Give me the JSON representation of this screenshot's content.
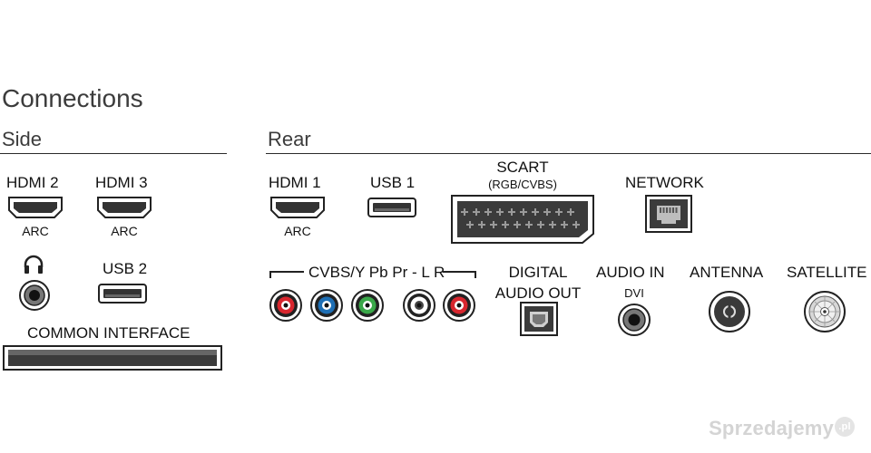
{
  "title": "Connections",
  "side": {
    "heading": "Side",
    "hdmi2": {
      "label": "HDMI 2",
      "sub": "ARC"
    },
    "hdmi3": {
      "label": "HDMI 3",
      "sub": "ARC"
    },
    "headphone_icon": "headphones-icon",
    "usb2": {
      "label": "USB 2"
    },
    "common_interface": {
      "label": "COMMON INTERFACE"
    }
  },
  "rear": {
    "heading": "Rear",
    "hdmi1": {
      "label": "HDMI 1",
      "sub": "ARC"
    },
    "usb1": {
      "label": "USB 1"
    },
    "scart": {
      "label": "SCART",
      "sub": "(RGB/CVBS)"
    },
    "network": {
      "label": "NETWORK"
    },
    "component": {
      "label": "CVBS/Y Pb Pr - L R"
    },
    "digital_audio_out": {
      "label_line1": "DIGITAL",
      "label_line2": "AUDIO OUT"
    },
    "audio_in": {
      "label": "AUDIO IN",
      "sub": "DVI"
    },
    "antenna": {
      "label": "ANTENNA"
    },
    "satellite": {
      "label": "SATELLITE"
    }
  },
  "watermark": {
    "text": "Sprzedajemy",
    "badge": ".pl"
  },
  "colors": {
    "rca_red": "#d8262e",
    "rca_blue": "#1e6fb5",
    "rca_green": "#3aa849",
    "rca_white": "#ffffff",
    "port_dark": "#3a3a3a"
  }
}
